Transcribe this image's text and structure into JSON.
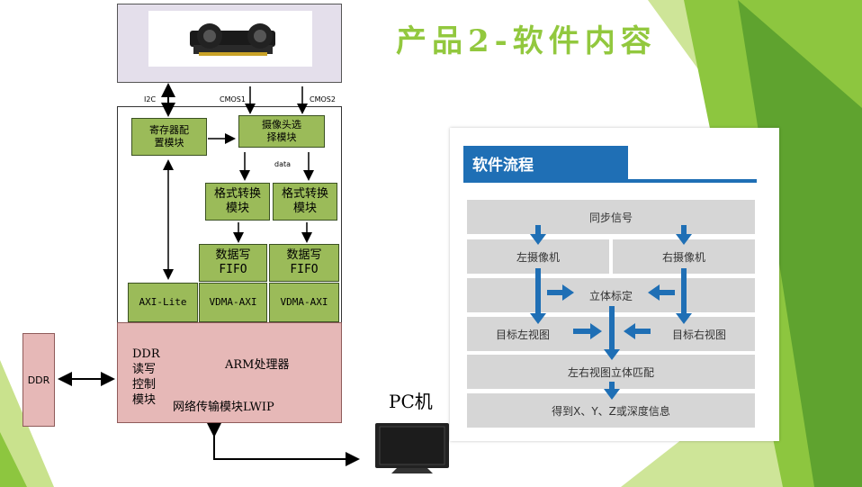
{
  "slide": {
    "title": "产品2-软件内容",
    "colors": {
      "accent_green": "#92c83e",
      "box_green": "#9bbb59",
      "pink": "#e6b8b7",
      "flow_blue": "#1f6fb5",
      "bar_gray": "#d6d6d6"
    }
  },
  "hardware": {
    "labels": {
      "i2c": "I2C",
      "cmos1": "CMOS1",
      "cmos2": "CMOS2",
      "data": "data"
    },
    "blocks": {
      "reg_config": "寄存器配\n置模块",
      "cam_select": "摄像头选\n择模块",
      "fmt1": "格式转换\n模块",
      "fmt2": "格式转换\n模块",
      "fifo1": "数据写\nFIFO",
      "fifo2": "数据写\nFIFO",
      "axi_lite": "AXI-Lite",
      "vdma1": "VDMA-AXI",
      "vdma2": "VDMA-AXI"
    },
    "ddr_ctrl": "DDR\n读写\n控制\n模块",
    "arm": "ARM处理器",
    "lwip": "网络传输模块LWIP",
    "ddr": "DDR",
    "pc": "PC机"
  },
  "flow": {
    "header": "软件流程",
    "sync": "同步信号",
    "left_cam": "左摄像机",
    "right_cam": "右摄像机",
    "calib": "立体标定",
    "left_view": "目标左视图",
    "right_view": "目标右视图",
    "match": "左右视图立体匹配",
    "result": "得到X、Y、Z或深度信息"
  }
}
